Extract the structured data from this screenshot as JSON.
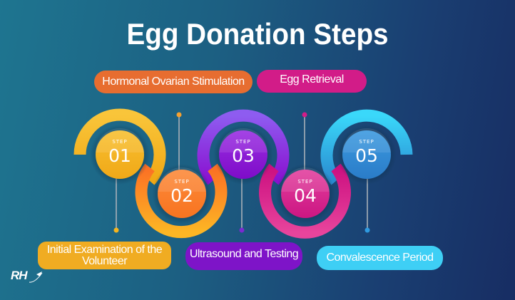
{
  "title": "Egg Donation Steps",
  "colors": {
    "step1": "#f5b41e",
    "step2": "#fb7a22",
    "step3": "#8a1ad8",
    "step4": "#d91f8f",
    "step5": "#2f8ad6",
    "background_start": "#1e7590",
    "background_end": "#172d63"
  },
  "steps": [
    {
      "step_label": "STEP",
      "number": "01",
      "name": "Initial Examination of the Volunteer",
      "name_line1": "Initial Examination of the",
      "name_line2": "Volunteer",
      "pill_color": "#f0ac22",
      "position": "bottom"
    },
    {
      "step_label": "STEP",
      "number": "02",
      "name": "Hormonal Ovarian Stimulation",
      "pill_color": "#e76d30",
      "position": "top"
    },
    {
      "step_label": "STEP",
      "number": "03",
      "name": "Ultrasound and Testing",
      "pill_color": "#7e14c8",
      "position": "bottom"
    },
    {
      "step_label": "STEP",
      "number": "04",
      "name": "Egg Retrieval",
      "pill_color": "#d21c88",
      "position": "top"
    },
    {
      "step_label": "STEP",
      "number": "05",
      "name": "Convalescence Period",
      "pill_color": "#3ecff5",
      "position": "bottom"
    }
  ],
  "logo": {
    "text": "RH",
    "icon": "airplane-icon"
  }
}
